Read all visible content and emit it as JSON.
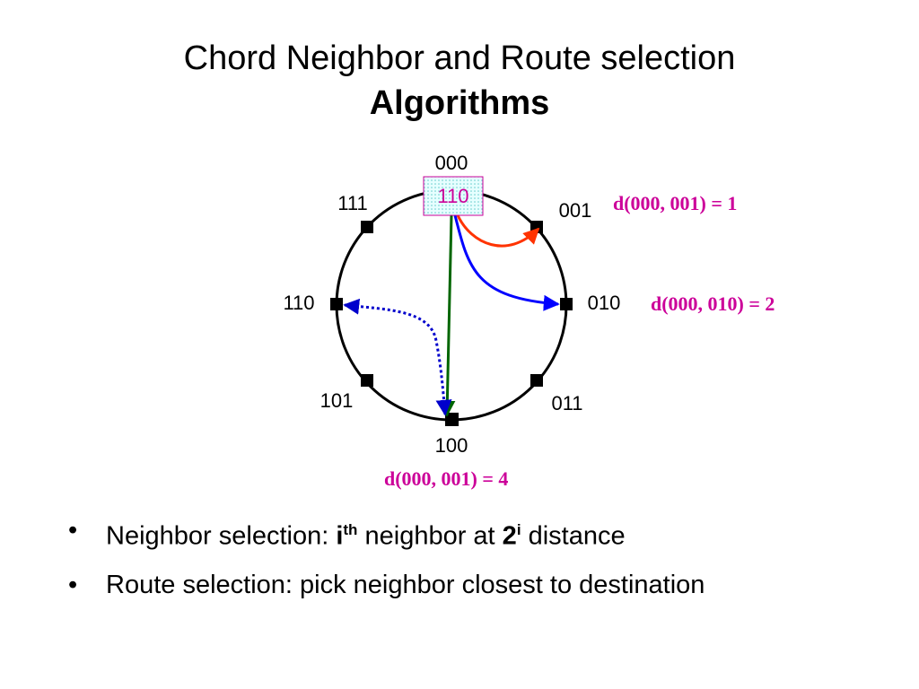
{
  "title": {
    "line1": "Chord Neighbor and Route selection",
    "line2": "Algorithms"
  },
  "diagram": {
    "ring_nodes": [
      {
        "id": "000",
        "label": "000"
      },
      {
        "id": "001",
        "label": "001"
      },
      {
        "id": "010",
        "label": "010"
      },
      {
        "id": "011",
        "label": "011"
      },
      {
        "id": "100",
        "label": "100"
      },
      {
        "id": "101",
        "label": "101"
      },
      {
        "id": "110",
        "label": "110"
      },
      {
        "id": "111",
        "label": "111"
      }
    ],
    "source_box_label": "110",
    "distance_labels": [
      {
        "text": "d(000, 001) = 1"
      },
      {
        "text": "d(000, 010) = 2"
      },
      {
        "text": "d(000, 001) = 4"
      }
    ],
    "colors": {
      "arrow_to_001": "#ff3300",
      "arrow_to_010": "#0000ff",
      "arrow_to_100": "#006600",
      "dotted_route": "#0000cc",
      "label_magenta": "#cc0099",
      "box_fill": "#ccffff",
      "box_border": "#cc0099"
    }
  },
  "bullets": [
    {
      "marker": "•",
      "prefix": "Neighbor selection: ",
      "bold1": "i",
      "sup1": "th",
      "middle": " neighbor at ",
      "bold2": "2",
      "sup2": "i",
      "suffix": " distance"
    },
    {
      "marker": "•",
      "text": "Route selection: pick neighbor closest to destination"
    }
  ]
}
